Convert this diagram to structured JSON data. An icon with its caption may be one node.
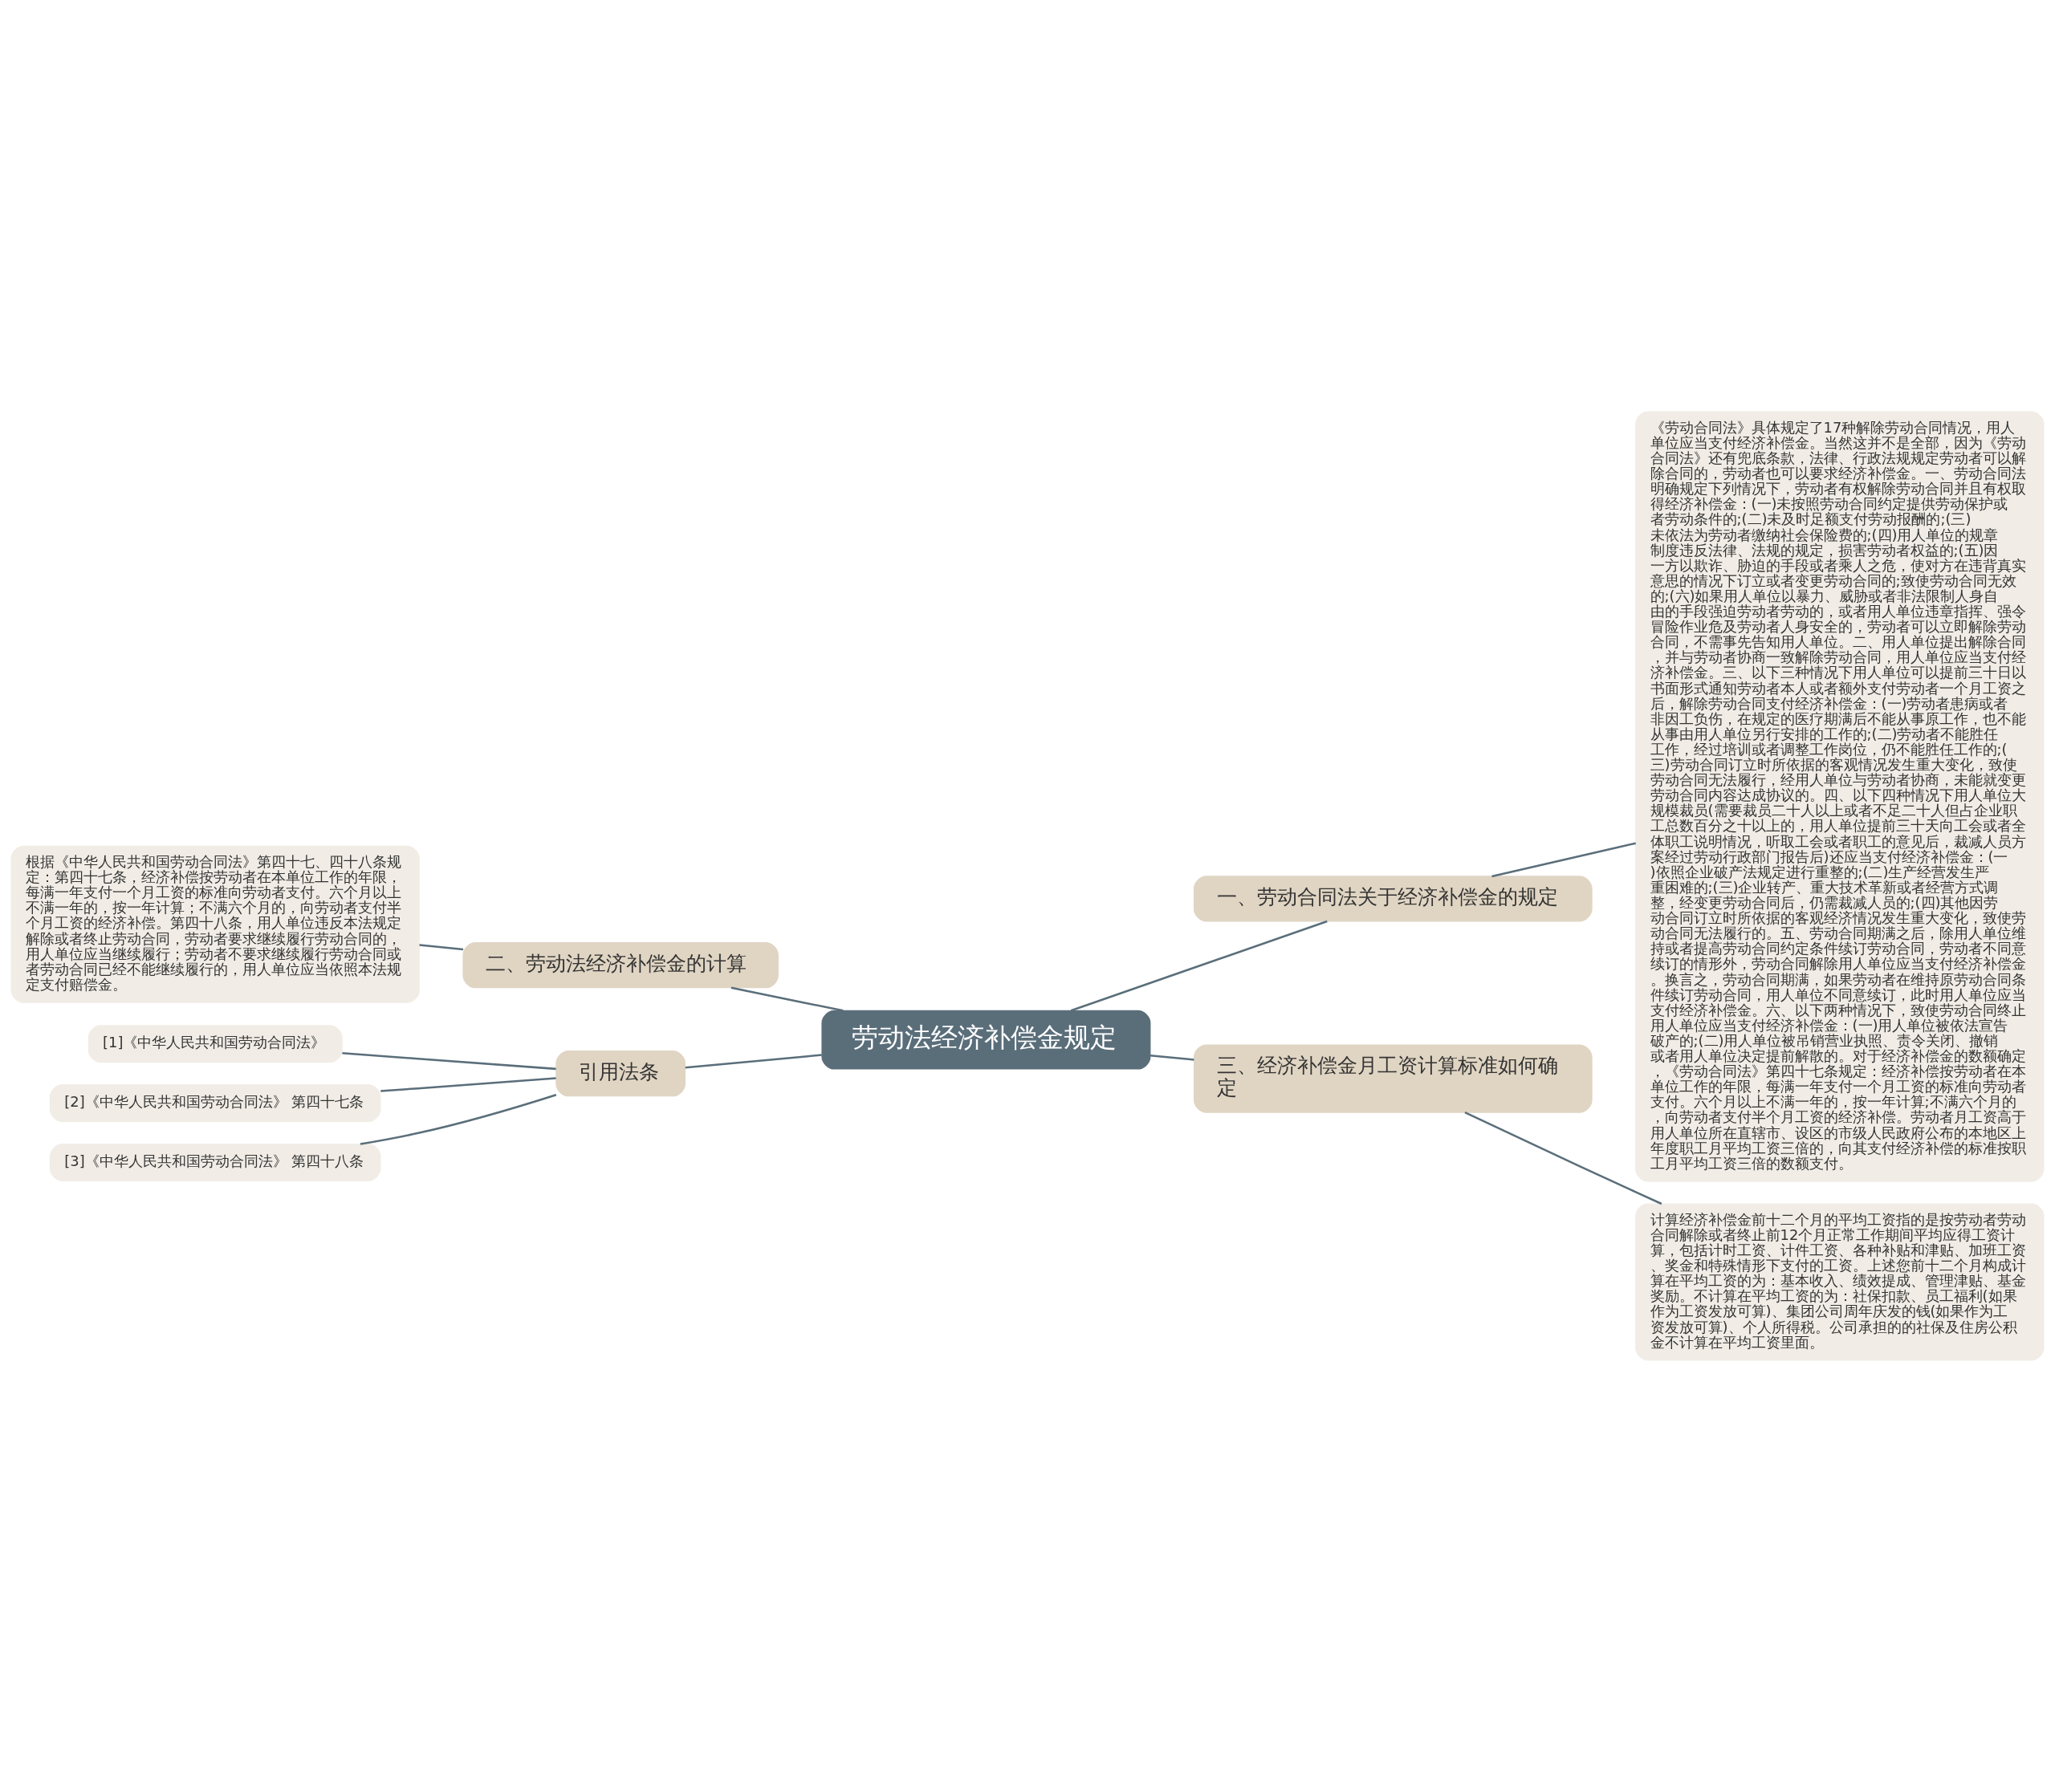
{
  "diagram": {
    "nodes": [
      {
        "text": [
          "劳动法经济补偿金规定"
        ]
      },
      {
        "text": [
          "一、劳动合同法关于经济补偿金的规定"
        ]
      },
      {
        "text": [
          "《劳动合同法》具体规定了17种解除劳动合同情况，用人单位应当支付经济补偿金。当然这并不是全部，因为《劳动合同法》还有兜底条款，法律、行政法规规定劳动者可以解除合同的，劳动者也可以要求经济补偿金。一、劳动合同法明确规定下列情况下，劳动者有权解除劳动合同并且有权取得经济补偿金：(一)未按照劳动合同约定提供劳动保护或者劳动条件的;(二)未及时足额支付劳动报酬的;(三)未依法为劳动者缴纳社会保险费的;(四)用人单位的规章制度违反法律、法规的规定，损害劳动者权益的;(五)因一方以欺诈、胁迫的手段或者乘人之危，使对方在违背真实意思的情况下订立或者变更劳动合同的;致使劳动合同无效的;(六)如果用人单位以暴力、威胁或者非法限制人身自由的手段强迫劳动者劳动的，或者用人单位违章指挥、强令冒险作业危及劳动者人身安全的，劳动者可以立即解除劳动合同，不需事先告知用人单位。二、用人单位提出解除合同，并与劳动者协商一致解除劳动合同，用人单位应当支付经济补偿金。三、以下三种情况下用人单位可以提前三十日以书面形式通知劳动者本人或者额外支付劳动者一个月工资之后，解除劳动合同支付经济补偿金：(一)劳动者患病或者非因工负伤，在规定的医疗期满后不能从事原工作，也不能从事由用人单位另行安排的工作的;(二)劳动者不能胜任工作，经过培训或者调整工作岗位，仍不能胜任工作的;(三)劳动合同订立时所依据的客观情况发生重大变化，致使劳动合同无法履行，经用人单位与劳动者协商，未能就变更劳动合同内容达成协议的。四、以下四种情况下用人单位大规模裁员(需要裁员二十人以上或者不足二十人但占企业职工总数百分之十以上的，用人单位提前三十天向工会或者全体职工说明情况，听取工会或者职工的意见后，裁减人员方案经过劳动行政部门报告后)还应当支付经济补偿金：(一)依照企业破产法规定进行重整的;(二)生产经营发生严重困难的;(三)企业转产、重大技术革新或者经营方式调整，经变更劳动合同后，仍需裁减人员的;(四)其他因劳动合同订立时所依据的客观经济情况发生重大变化，致使劳动合同无法履行的。五、劳动合同期满之后，除用人单位维持或者提高劳动合同约定条件续订劳动合同，劳动者不同意续订的情形外，劳动合同解除用人单位应当支付经济补偿金。换言之，劳动合同期满，如果劳动者在维持原劳动合同条件续订劳动合同，用人单位不同意续订，此时用人单位应当支付经济补偿金。六、以下两种情况下，致使劳动合同终止用人单位应当支付经济补偿金：(一)用人单位被依法宣告破产的;(二)用人单位被吊销营业执照、责令关闭、撤销或者用人单位决定提前解散的。对于经济补偿金的数额确定，《劳动合同法》第四十七条规定：经济补偿按劳动者在本单位工作的年限，每满一年支付一个月工资的标准向劳动者支付。六个月以上不满一年的，按一年计算;不满六个月的，向劳动者支付半个月工资的经济补偿。劳动者月工资高于用人单位所在直辖市、设区的市级人民政府公布的本地区上年度职工月平均工资三倍的，向其支付经济补偿的标准按职工月平均工资三倍的数额支付。"
        ]
      },
      {
        "text": [
          "二、劳动法经济补偿金的计算"
        ]
      },
      {
        "text": [
          "根据《中华人民共和国劳动合同法》第四十七、四十八条规定：第四十七条，经济补偿按劳动者在本单位工作的年限，每满一年支付一个月工资的标准向劳动者支付。六个月以上不满一年的，按一年计算；不满六个月的，向劳动者支付半个月工资的经济补偿。第四十八条，用人单位违反本法规定解除或者终止劳动合同，劳动者要求继续履行劳动合同的，用人单位应当继续履行；劳动者不要求继续履行劳动合同或者劳动合同已经不能继续履行的，用人单位应当依照本法规定支付赔偿金。"
        ]
      },
      {
        "text": [
          "引用法条"
        ]
      },
      {
        "text": [
          "[1]《中华人民共和国劳动合同法》"
        ]
      },
      {
        "text": [
          "[2]《中华人民共和国劳动合同法》 第四十七条"
        ]
      },
      {
        "text": [
          "[3]《中华人民共和国劳动合同法》 第四十八条"
        ]
      },
      {
        "text": [
          "三、经济补偿金月工资计算标准如何确定"
        ]
      },
      {
        "text": [
          "计算经济补偿金前十二个月的平均工资指的是按劳动者劳动合同解除或者终止前12个月正常工作期间平均应得工资计算，包括计时工资、计件工资、各种补贴和津贴、加班工资、奖金和特殊情形下支付的工资。上述您前十二个月构成计算在平均工资的为：基本收入、绩效提成、管理津贴、基金奖励。不计算在平均工资的为：社保扣款、员工福利(如果作为工资发放可算)、集团公司周年庆发的钱(如果作为工资发放可算)、个人所得税。公司承担的的社保及住房公积金不计算在平均工资里面。"
        ]
      }
    ],
    "edges": [
      {
        "from": 0,
        "to": 1,
        "arrow": "none"
      },
      {
        "from": 1,
        "to": 2,
        "arrow": "none"
      },
      {
        "from": 0,
        "to": 3,
        "arrow": "none"
      },
      {
        "from": 3,
        "to": 4,
        "arrow": "none"
      },
      {
        "from": 0,
        "to": 5,
        "arrow": "none"
      },
      {
        "from": 5,
        "to": 6,
        "arrow": "none"
      },
      {
        "from": 5,
        "to": 7,
        "arrow": "none"
      },
      {
        "from": 5,
        "to": 8,
        "arrow": "none"
      },
      {
        "from": 0,
        "to": 9,
        "arrow": "none"
      },
      {
        "from": 9,
        "to": 10,
        "arrow": "none"
      }
    ]
  }
}
